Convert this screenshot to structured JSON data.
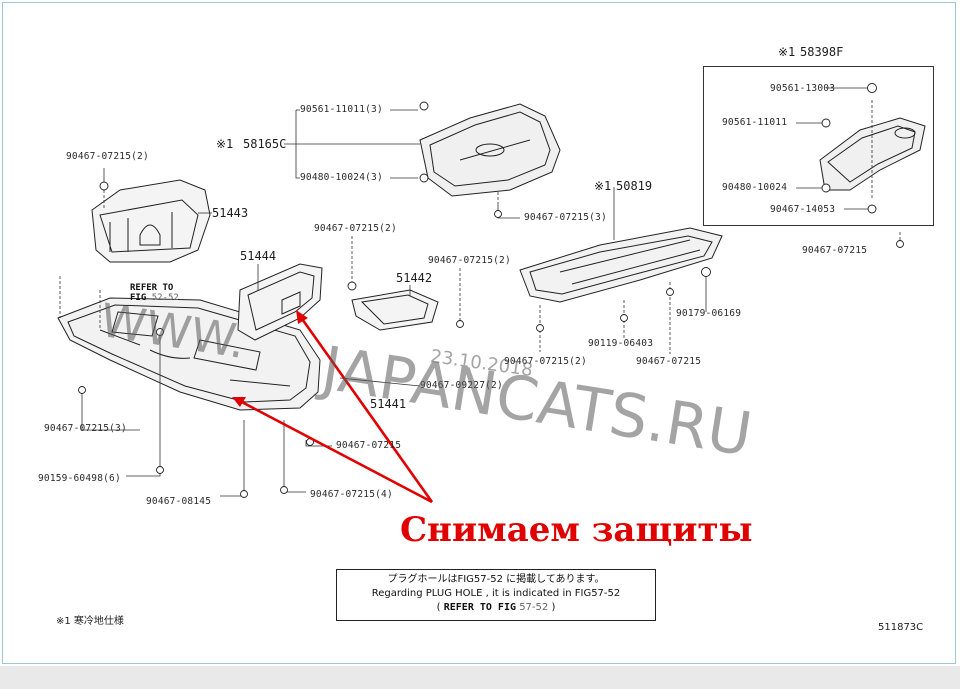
{
  "diagram": {
    "parts": {
      "p51443": "51443",
      "p51444": "51444",
      "p51442": "51442",
      "p51441": "51441",
      "p58165c": "58165C",
      "p50819": "50819",
      "p58398f": "58398F"
    },
    "special_mark": "※1",
    "labels": {
      "a": "90467-07215(2)",
      "b": "90561-11011(3)",
      "c": "90480-10024(3)",
      "d": "90467-07215(3)",
      "e": "90467-07215(2)",
      "f": "90467-07215(2)",
      "g": "90561-13003",
      "h": "90561-11011",
      "i": "90480-10024",
      "j": "90467-14053",
      "k": "90467-07215",
      "l": "90179-06169",
      "m": "90119-06403",
      "n": "90467-07215",
      "o": "90467-07215(2)",
      "p": "90467-09227(2)",
      "q": "90467-07215(3)",
      "r": "90159-60498(6)",
      "s": "90467-08145",
      "t": "90467-07215(4)",
      "u": "90467-07215"
    },
    "refer": {
      "line1": "REFER TO",
      "line2_prefix": "FIG",
      "line2_ref": "52-52"
    },
    "note": {
      "line_jp": "プラグホールはFIG57-52 に掲載してあります。",
      "line_en": "Regarding PLUG HOLE , it is indicated in FIG57-52",
      "line_ref_open": "(",
      "line_ref_bold": "REFER TO FIG",
      "line_ref_num": "57-52",
      "line_ref_close": ")"
    },
    "footnote": "※1 寒冷地仕様",
    "figure_code": "511873C",
    "watermark": {
      "www": "WWW.",
      "domain": "JAPANCATS.RU",
      "date": "23.10.2018"
    },
    "callout": "Снимаем защиты",
    "colors": {
      "callout": "#e00000",
      "line": "#222222",
      "frame": "#9cc7d6"
    }
  }
}
